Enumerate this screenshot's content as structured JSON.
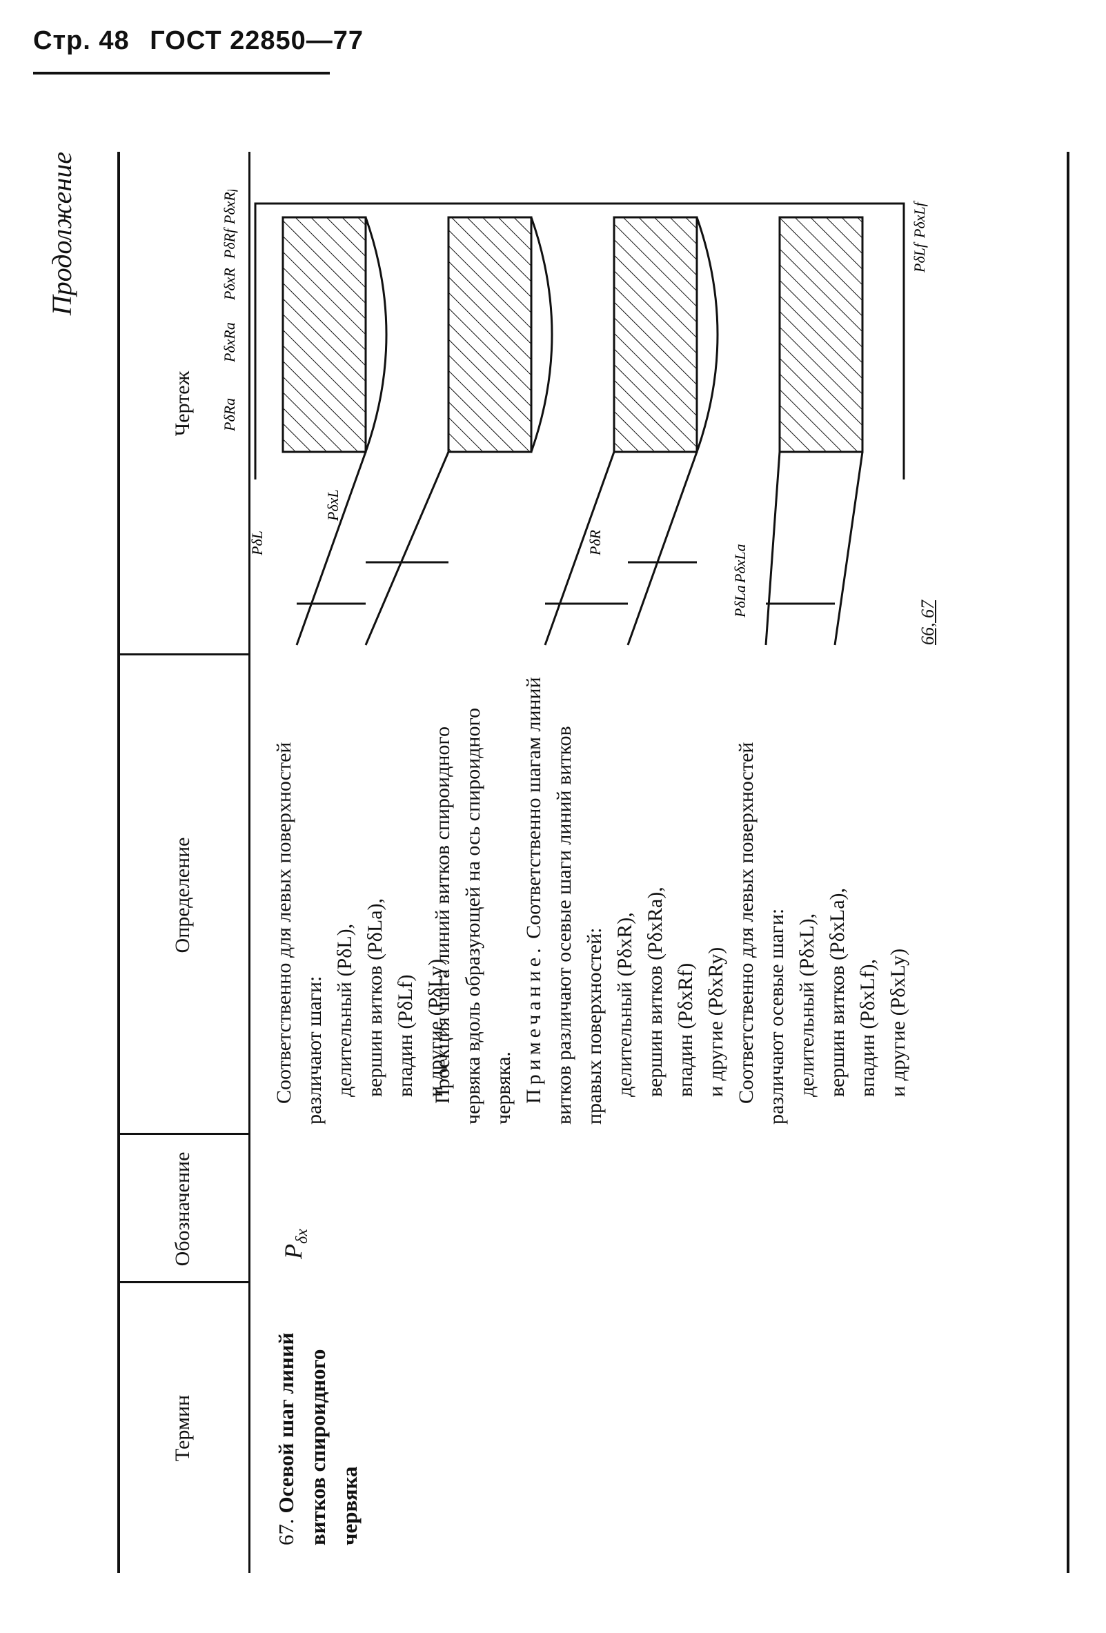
{
  "header": {
    "page": "Стр. 48",
    "standard": "ГОСТ 22850—77"
  },
  "continuation": "Продолжение",
  "columns": [
    "Термин",
    "Обозначение",
    "Определение",
    "Чертеж"
  ],
  "entry": {
    "term_number": "67.",
    "term_text": "Осевой шаг линий витков спироидного червяка",
    "symbol_main": "P",
    "symbol_sub": "δx"
  },
  "definition_prev": {
    "intro": "Соответственно для левых поверхностей различают шаги:",
    "items": [
      "делительный (PδL),",
      "вершин витков (PδLa),",
      "впадин (PδLf)",
      "и другие (PδLy)"
    ]
  },
  "definition_main": "Проекция шага линий витков спироидного червяка вдоль образующей на ось спироидного червяка.",
  "note": {
    "label": "Примечание.",
    "text": "Соответственно шагам линий витков различают осевые шаги линий витков правых поверхностей:",
    "items": [
      "делительный (PδxR),",
      "вершин витков (PδxRa),",
      "впадин (PδxRf)",
      "и другие (PδxRy)"
    ],
    "left_intro": "Соответственно для левых поверхностей различают осевые шаги:",
    "left_items": [
      "делительный (PδxL),",
      "вершин витков (PδxLa),",
      "впадин (PδxLf),",
      "и другие (PδxLy)"
    ]
  },
  "drawing": {
    "figure_ref": "66, 67",
    "labels": [
      "PδRa",
      "PδxRa",
      "PδxR",
      "PδRf",
      "PδxRf",
      "PδL",
      "PδxL",
      "PδR",
      "PδLa",
      "PδxLa",
      "PδLf",
      "PδxLf"
    ]
  }
}
